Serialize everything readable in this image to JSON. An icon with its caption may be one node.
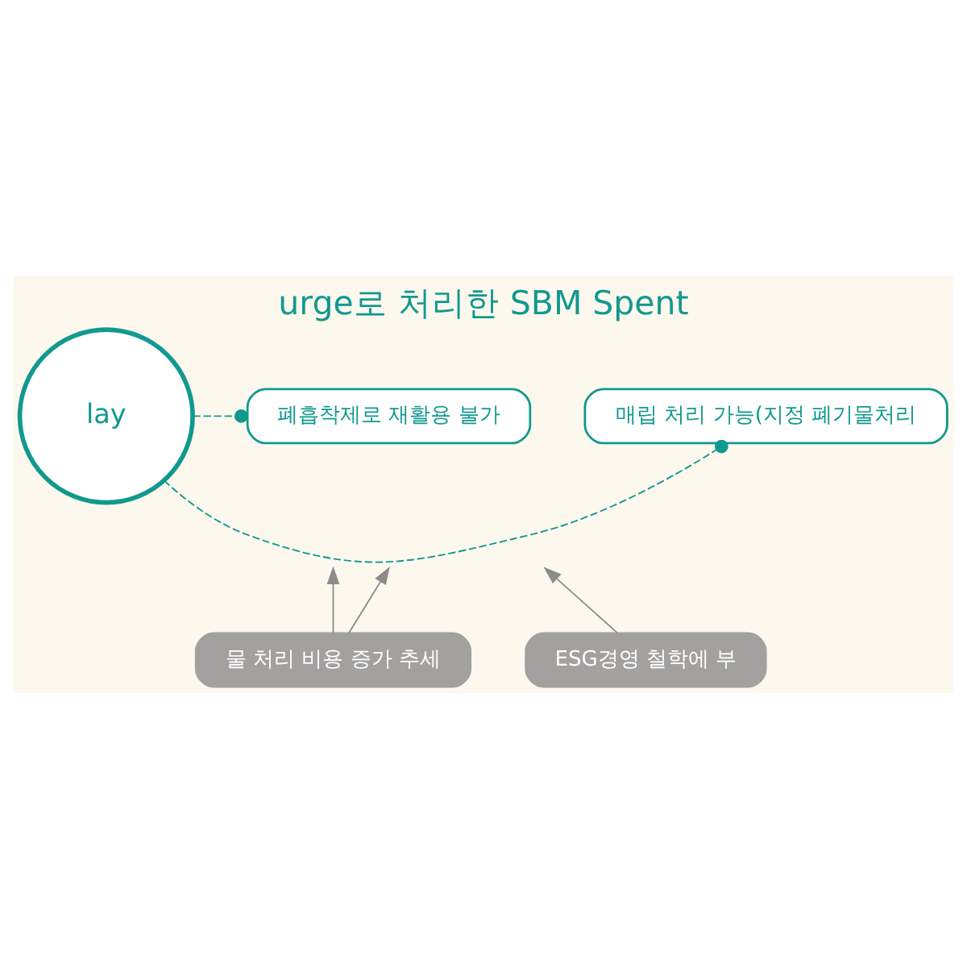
{
  "diagram": {
    "title": "urge로 처리한 SBM Spent",
    "nodes": [
      {
        "text": [
          "lay"
        ]
      },
      {
        "text": [
          "매립 처리 가능(지정 폐기물처리"
        ]
      },
      {
        "text": [
          "폐흡착제로 재활용 불가"
        ]
      },
      {
        "text": [
          "물 처리 비용 증가 추세"
        ]
      },
      {
        "text": [
          "ESG경영 철학에 부"
        ]
      }
    ],
    "edges": [
      {
        "from": 0,
        "to": 1,
        "arrow": "other",
        "style": "dashed",
        "color": "#12998f"
      },
      {
        "from": 0,
        "to": 2,
        "arrow": "other",
        "style": "dashed",
        "color": "#12998f"
      },
      {
        "from": 3,
        "to": null,
        "arrow": "to",
        "color": "#8c8c8c"
      },
      {
        "from": 3,
        "to": null,
        "arrow": "to",
        "color": "#8c8c8c"
      },
      {
        "from": 4,
        "to": null,
        "arrow": "to",
        "color": "#8c8c8c"
      }
    ]
  }
}
